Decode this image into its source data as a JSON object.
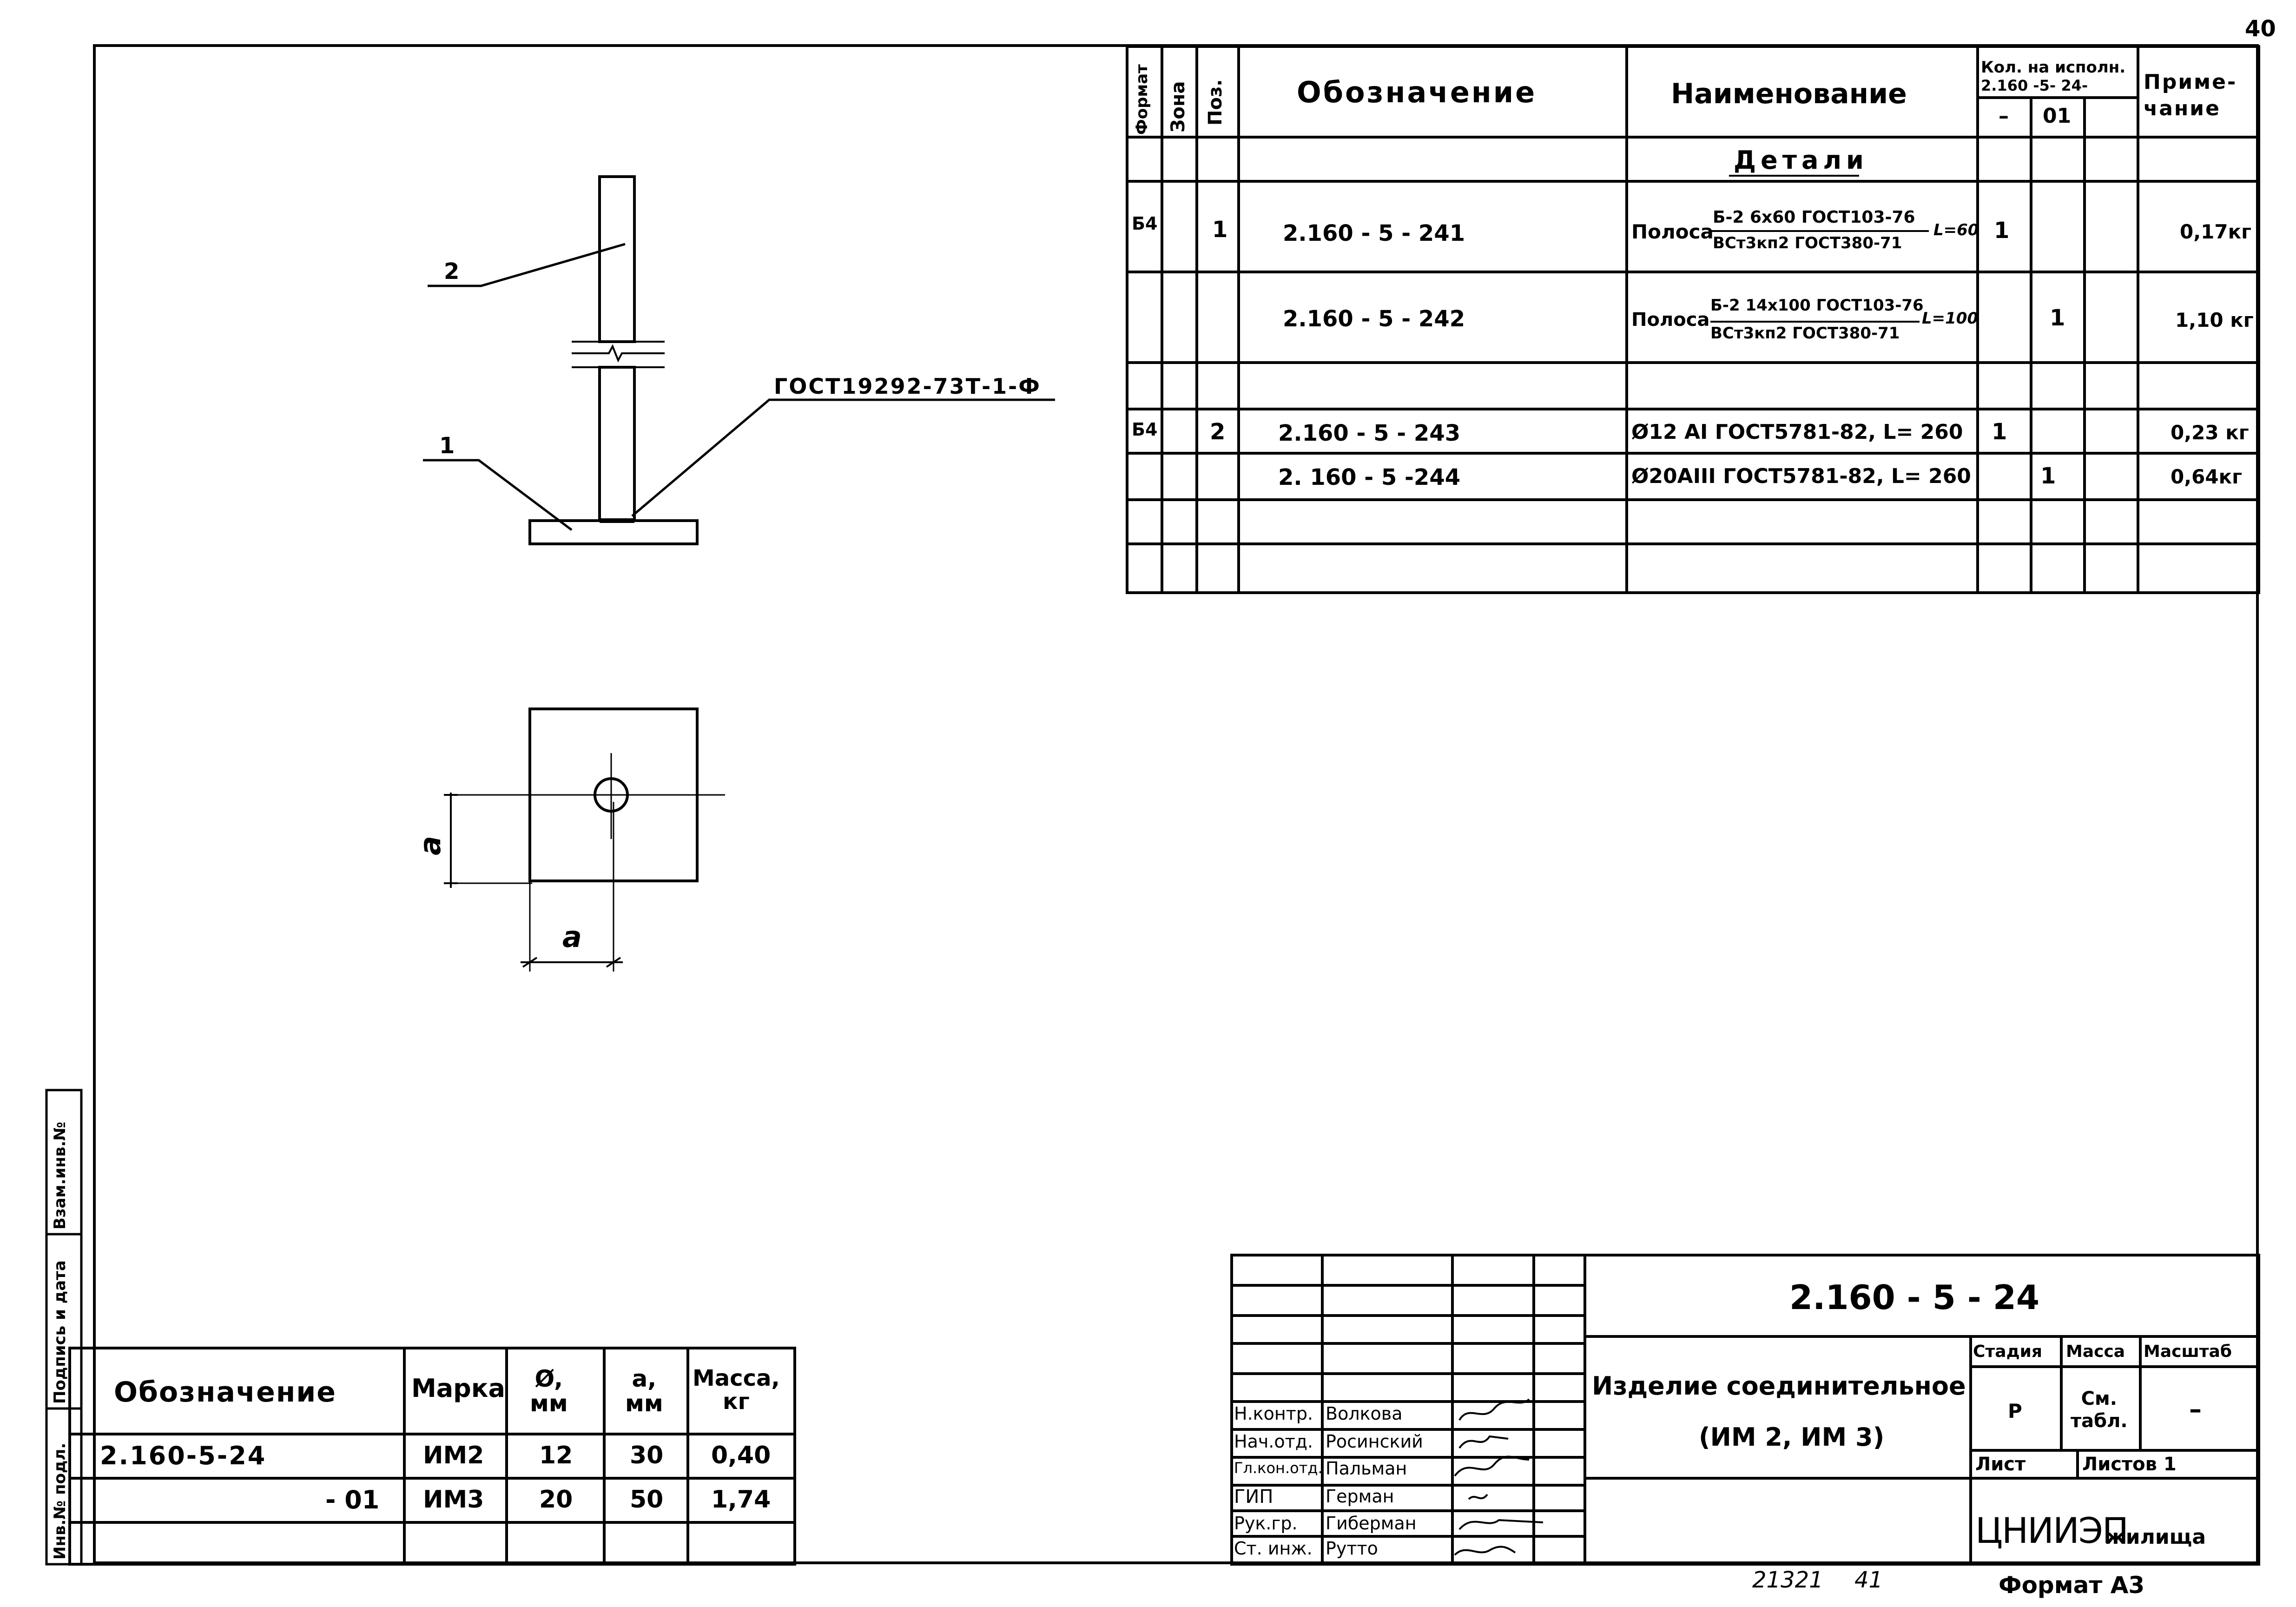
{
  "page_number": "40",
  "spec": {
    "headers": {
      "format": "Формат",
      "zone": "Зона",
      "pos": "Поз.",
      "designation": "Обозначение",
      "name": "Наименование",
      "qty_line1": "Кол. на исполн.",
      "qty_line2": "2.160 -5- 24-",
      "qty_col_a": "–",
      "qty_col_b": "01",
      "note": "Приме-\nчание"
    },
    "section_title": "Детали",
    "rows": [
      {
        "format": "Б4",
        "pos": "1",
        "designation": "2.160 - 5 - 241",
        "name_prefix": "Полоса",
        "frac_top": "Б-2 6х60 ГОСТ103-76",
        "frac_bottom": "ВСт3кп2 ГОСТ380-71",
        "name_suffix": "L=60",
        "qty_a": "1",
        "qty_b": "",
        "note": "0,17кг"
      },
      {
        "format": "",
        "pos": "",
        "designation": "2.160 - 5 - 242",
        "name_prefix": "Полоса",
        "frac_top": "Б-2 14х100 ГОСТ103-76",
        "frac_bottom": "ВСт3кп2 ГОСТ380-71",
        "name_suffix": "L=100",
        "qty_a": "",
        "qty_b": "1",
        "note": "1,10 кг"
      },
      {
        "format": "Б4",
        "pos": "2",
        "designation": "2.160 - 5 - 243",
        "name": "Ø12 АI ГОСТ5781-82, L= 260",
        "qty_a": "1",
        "qty_b": "",
        "note": "0,23 кг"
      },
      {
        "format": "",
        "pos": "",
        "designation": "2. 160 - 5 -244",
        "name": "Ø20АIII ГОСТ5781-82, L= 260",
        "qty_a": "",
        "qty_b": "1",
        "note": "0,64кг"
      }
    ]
  },
  "drawing": {
    "leader_2": "2",
    "leader_1": "1",
    "weld_label": "ГОСТ19292-73Т-1-Ф",
    "dim_a_vertical": "a",
    "dim_a_horizontal": "a"
  },
  "params_table": {
    "headers": [
      "Обозначение",
      "Марка",
      "Ø,\nмм",
      "a,\nмм",
      "Масса,\nкг"
    ],
    "rows": [
      [
        "2.160-5-24",
        "ИМ2",
        "12",
        "30",
        "0,40"
      ],
      [
        "- 01",
        "ИМ3",
        "20",
        "50",
        "1,74"
      ]
    ]
  },
  "side_stamp": {
    "cells": [
      "Инв.№ подл.",
      "Подпись и дата",
      "Взам.инв.№"
    ]
  },
  "title_block": {
    "document_code": "2.160 - 5 - 24",
    "title_line1": "Изделие соединительное",
    "title_line2": "(ИМ 2, ИМ 3)",
    "stage_label": "Стадия",
    "mass_label": "Масса",
    "scale_label": "Масштаб",
    "stage_value": "Р",
    "mass_value": "См.\nтабл.",
    "scale_value": "–",
    "sheet_label": "Лист",
    "sheets_label": "Листов 1",
    "organization": "ЦНИИЭП",
    "organization_suffix": "жилища",
    "signatures": [
      {
        "role": "Н.контр.",
        "name": "Волкова"
      },
      {
        "role": "Нач.отд.",
        "name": "Росинский"
      },
      {
        "role": "Гл.кон.отд.",
        "name": "Пальман"
      },
      {
        "role": "ГИП",
        "name": "Герман"
      },
      {
        "role": "Рук.гр.",
        "name": "Гиберман"
      },
      {
        "role": "Ст. инж.",
        "name": "Рутто"
      }
    ]
  },
  "footer": {
    "inventory_number": "21321",
    "copy_number": "41",
    "format_label": "Формат А3"
  }
}
